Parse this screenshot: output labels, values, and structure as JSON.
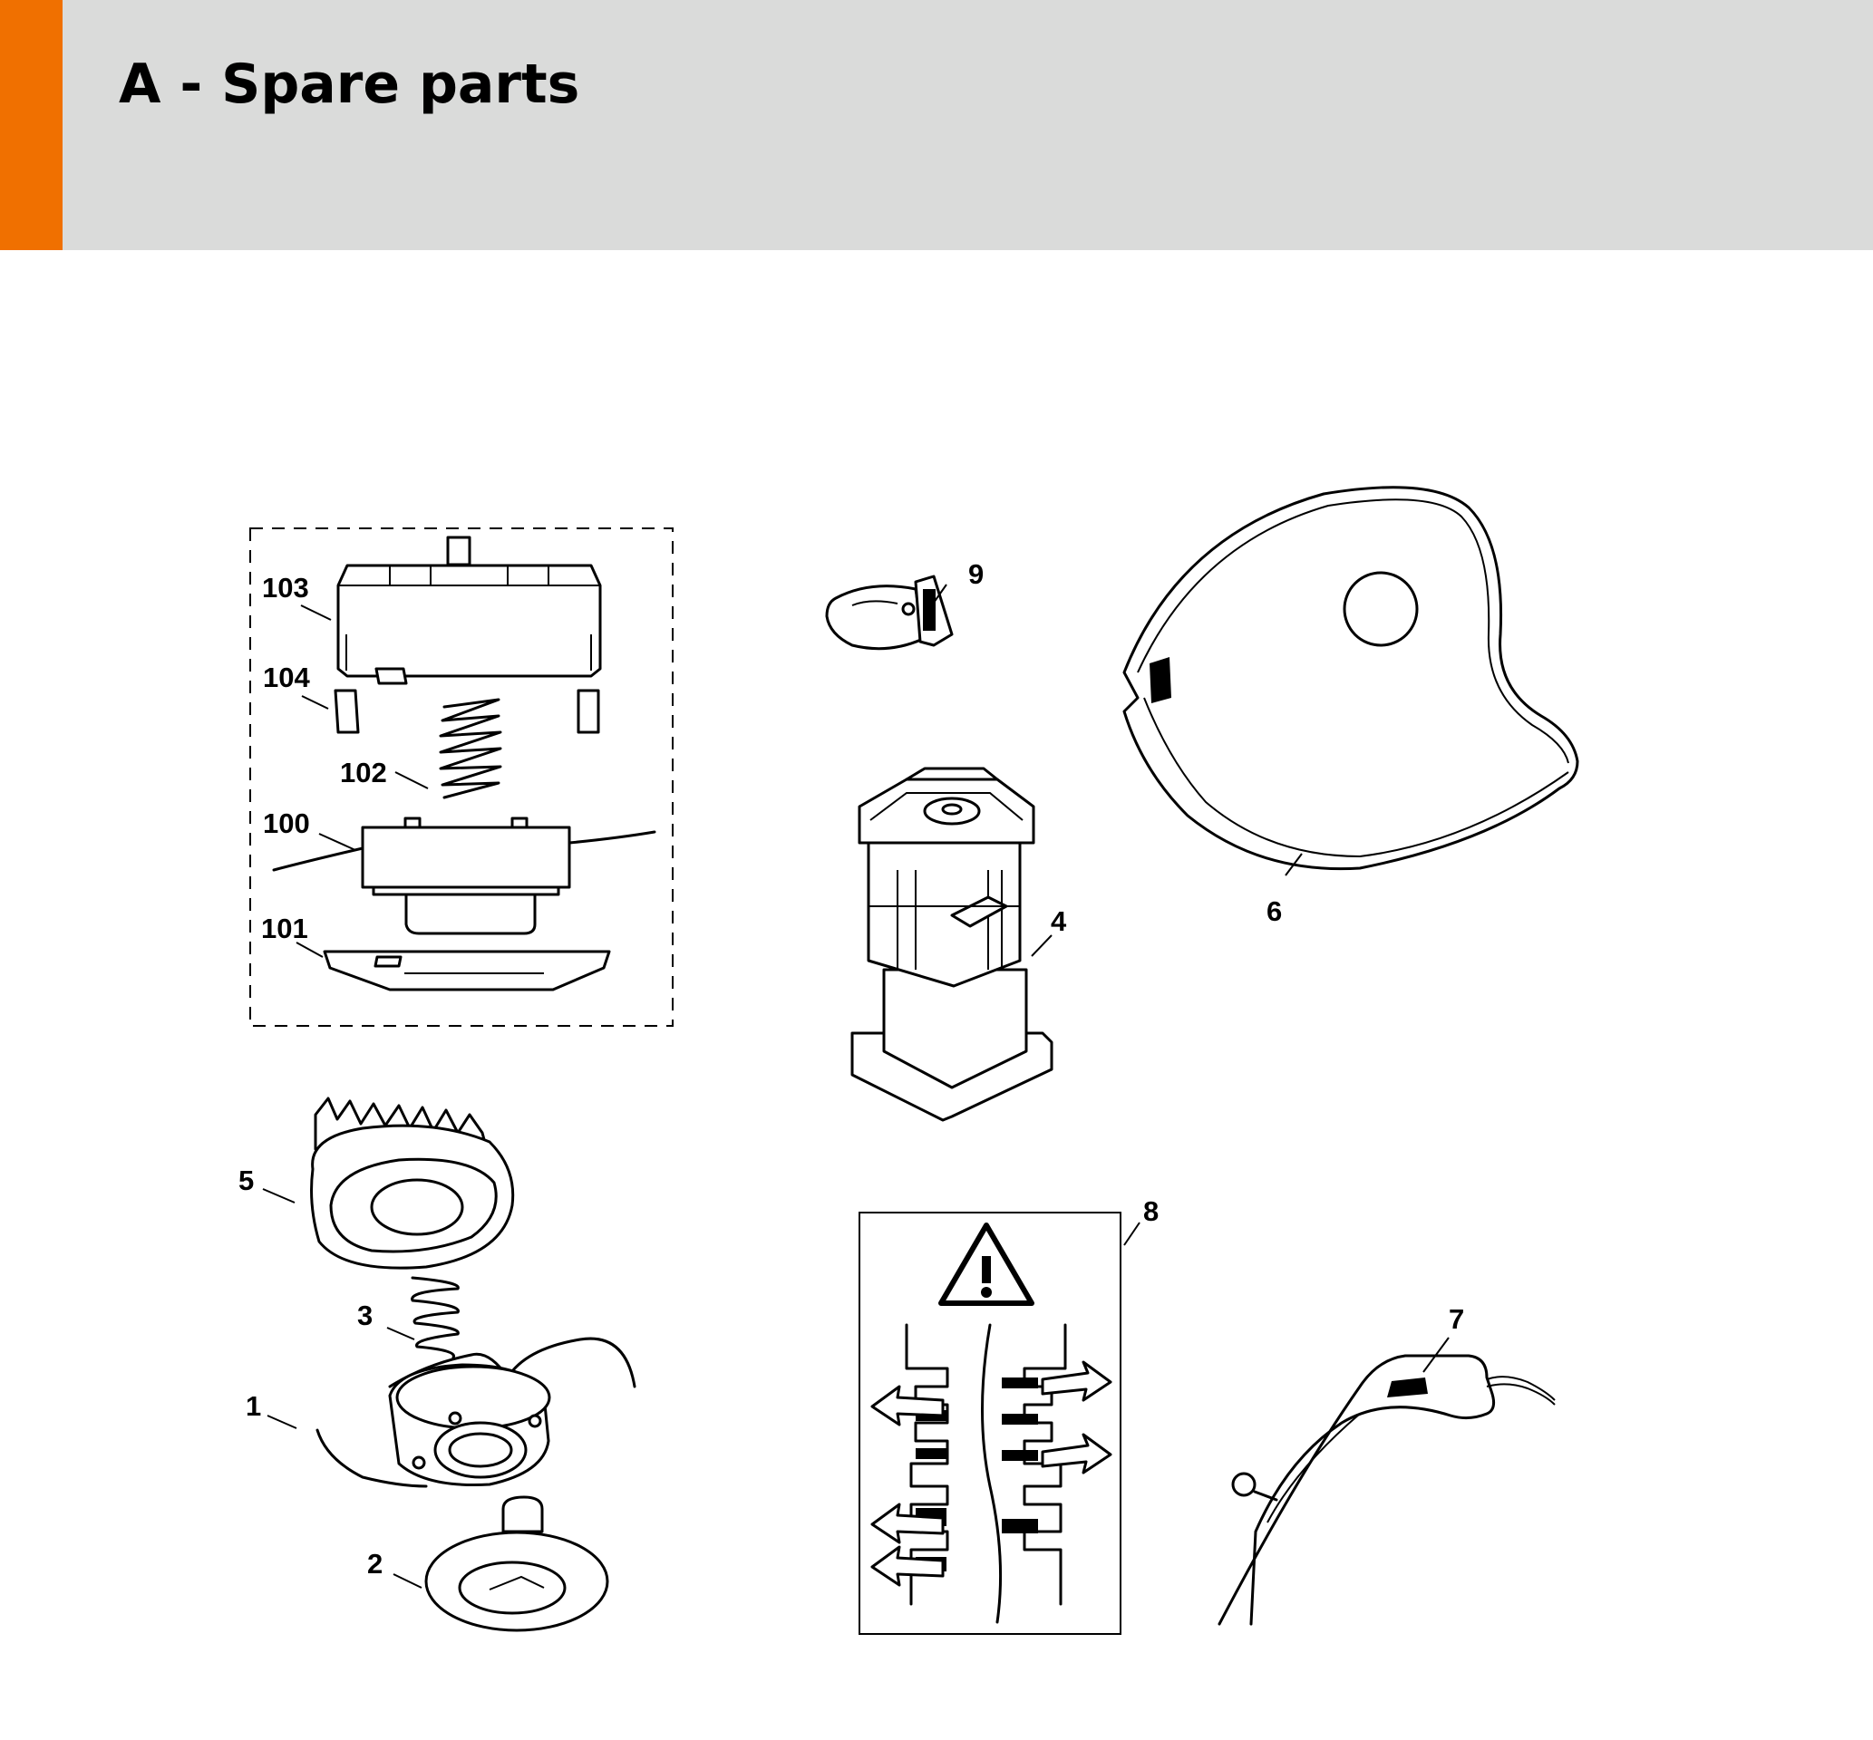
{
  "header": {
    "title": "A - Spare parts",
    "accent_color": "#f07000",
    "background_color": "#dadbda"
  },
  "callouts": {
    "c1": "1",
    "c2": "2",
    "c3": "3",
    "c4": "4",
    "c5": "5",
    "c6": "6",
    "c7": "7",
    "c8": "8",
    "c9": "9",
    "c100": "100",
    "c101": "101",
    "c102": "102",
    "c103": "103",
    "c104": "104"
  },
  "parts": [
    {
      "id": "100",
      "icon": "spool-with-line-icon"
    },
    {
      "id": "101",
      "icon": "spool-cap-icon"
    },
    {
      "id": "102",
      "icon": "spring-icon"
    },
    {
      "id": "103",
      "icon": "spool-housing-icon"
    },
    {
      "id": "104",
      "icon": "clip-icon"
    },
    {
      "id": "1",
      "icon": "line-spool-icon"
    },
    {
      "id": "2",
      "icon": "cover-cap-icon"
    },
    {
      "id": "3",
      "icon": "spring-icon"
    },
    {
      "id": "4",
      "icon": "electric-motor-icon"
    },
    {
      "id": "5",
      "icon": "spool-housing-icon"
    },
    {
      "id": "6",
      "icon": "deflector-guard-icon"
    },
    {
      "id": "7",
      "icon": "handle-label-icon"
    },
    {
      "id": "8",
      "icon": "warning-label-icon"
    },
    {
      "id": "9",
      "icon": "switch-icon"
    }
  ]
}
